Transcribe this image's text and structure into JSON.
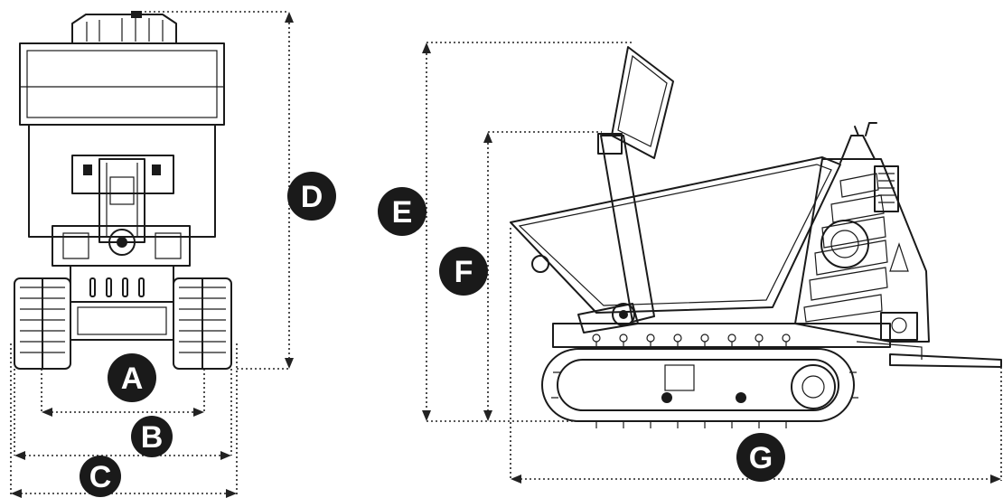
{
  "labels": {
    "A": "A",
    "B": "B",
    "C": "C",
    "D": "D",
    "E": "E",
    "F": "F",
    "G": "G"
  },
  "colors": {
    "ink": "#1a1a1a",
    "background": "#ffffff"
  }
}
